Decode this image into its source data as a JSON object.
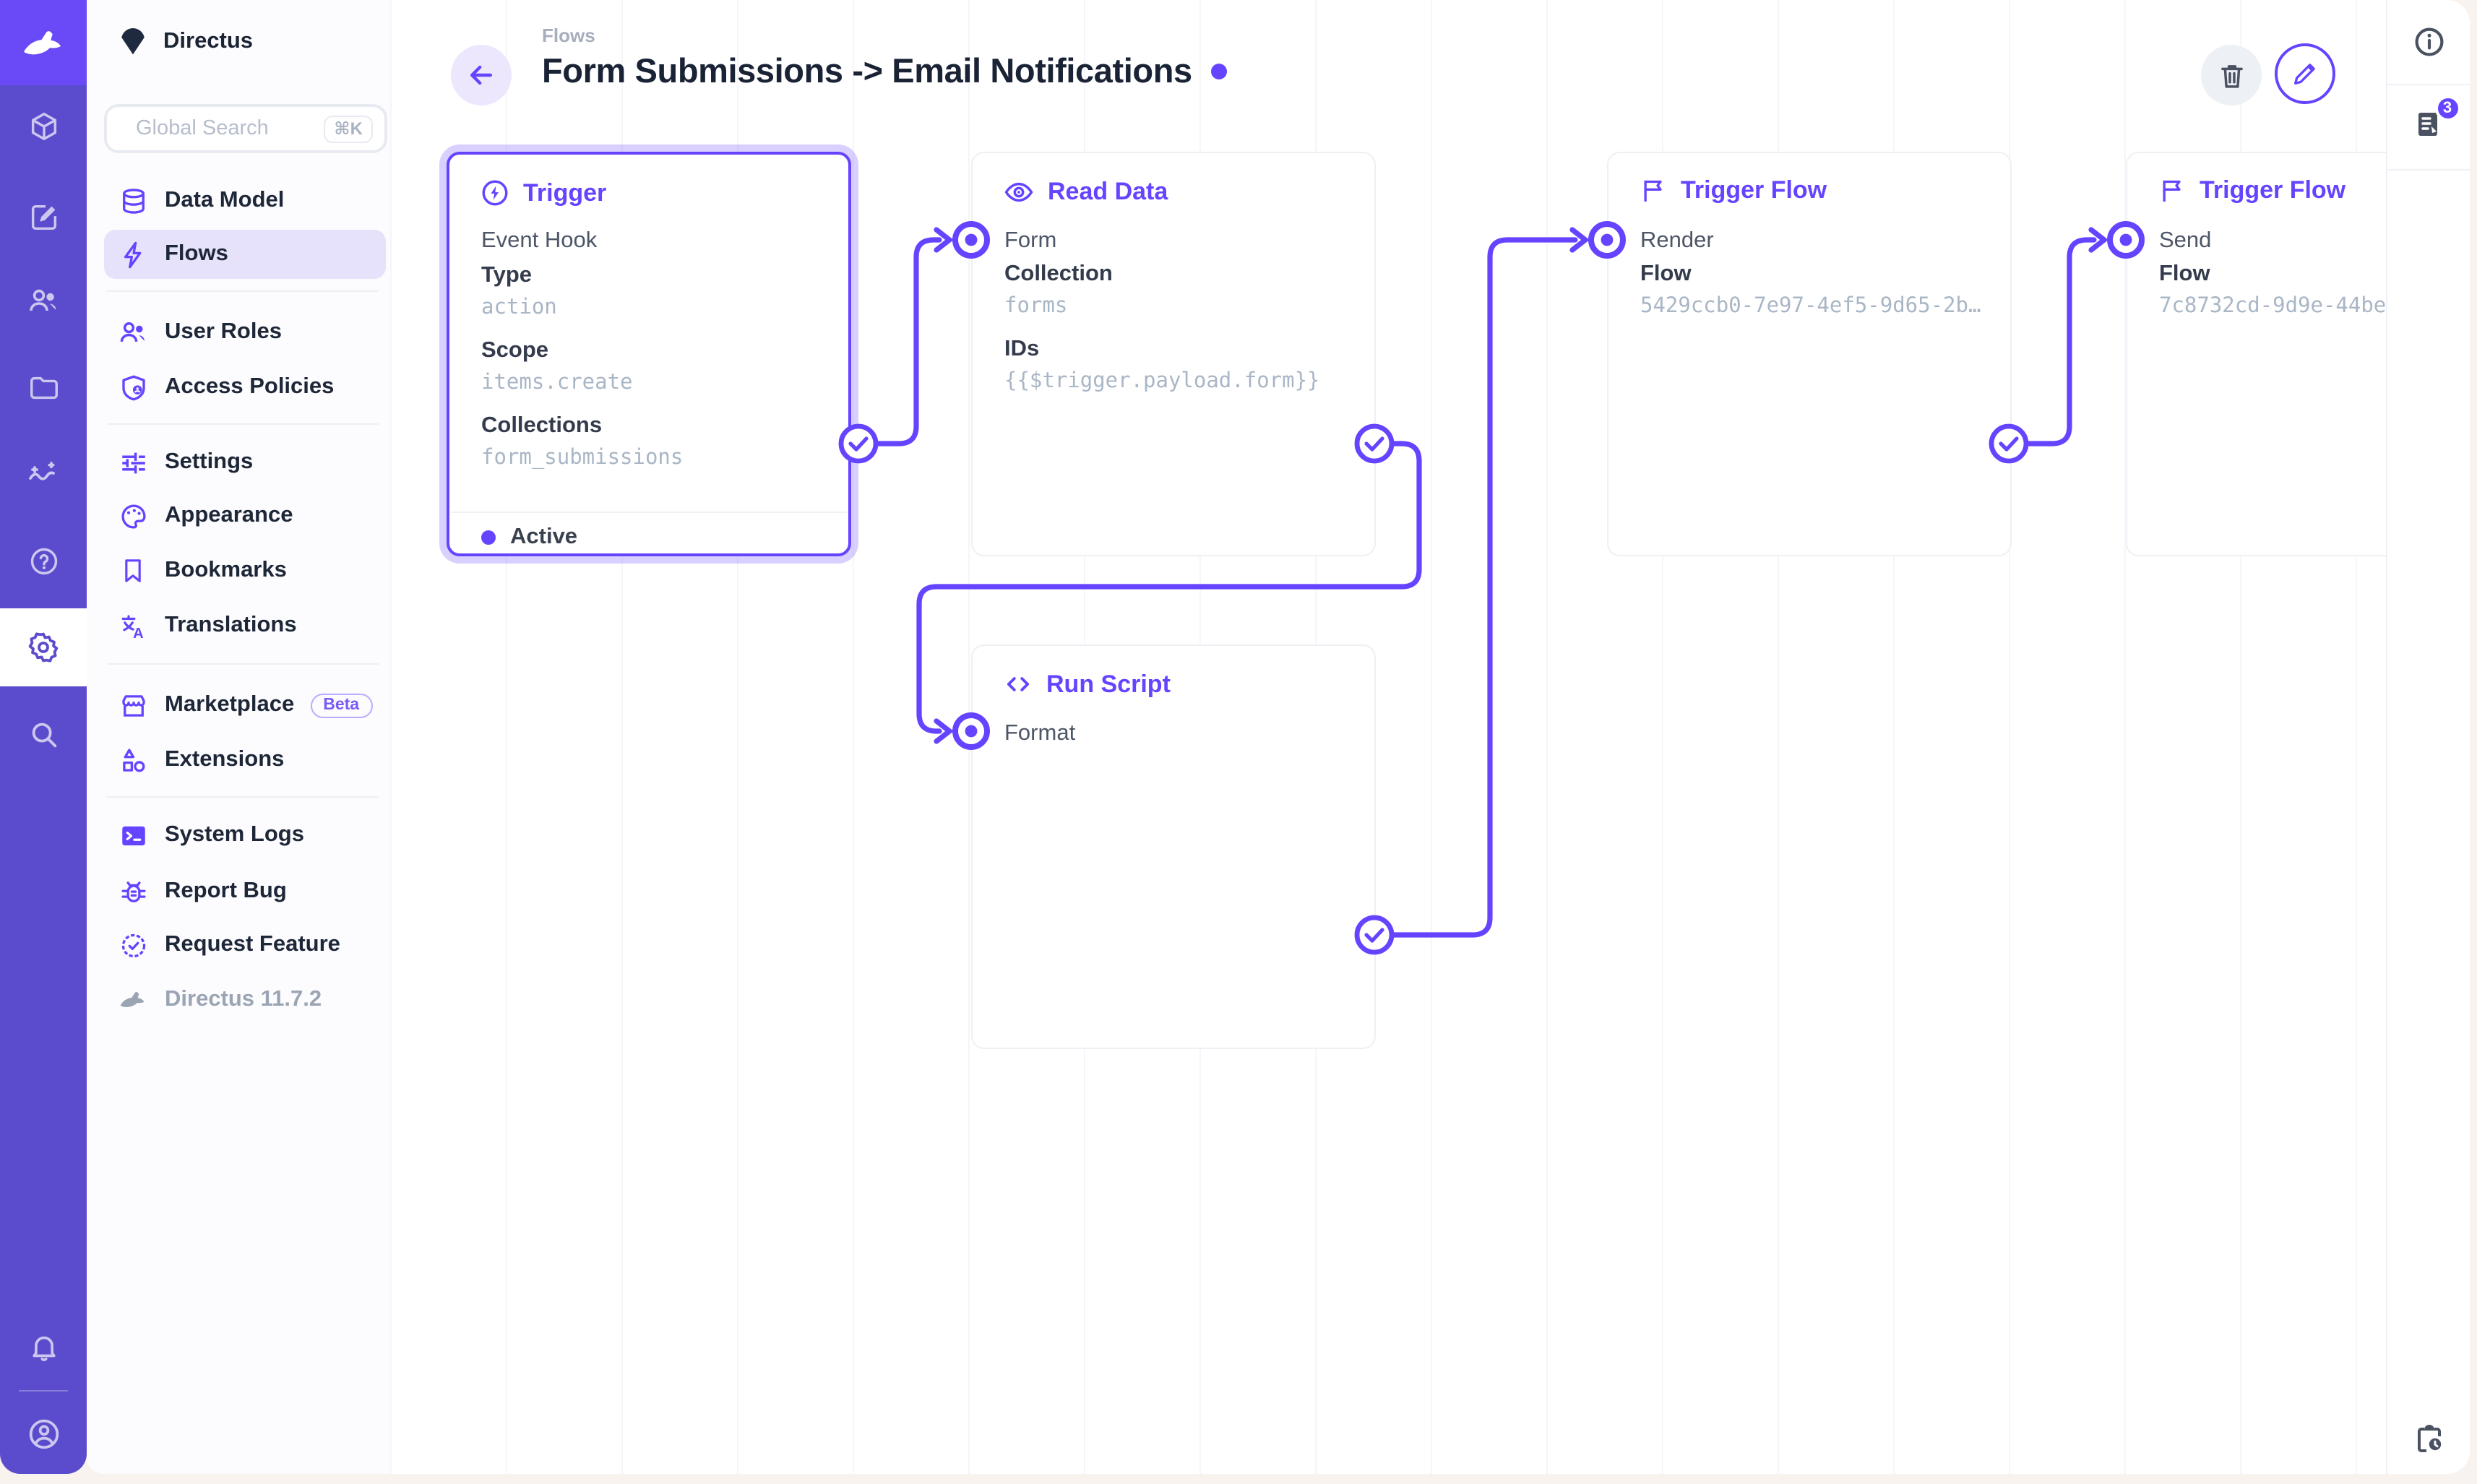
{
  "project": {
    "name": "Directus"
  },
  "search": {
    "placeholder": "Global Search",
    "shortcut": "⌘K"
  },
  "sidebar": {
    "items": [
      {
        "icon": "database-icon",
        "label": "Data Model"
      },
      {
        "icon": "bolt-icon",
        "label": "Flows",
        "active": true
      },
      {
        "icon": "users-icon",
        "label": "User Roles"
      },
      {
        "icon": "shield-user-icon",
        "label": "Access Policies"
      },
      {
        "icon": "tune-icon",
        "label": "Settings"
      },
      {
        "icon": "palette-icon",
        "label": "Appearance"
      },
      {
        "icon": "bookmark-icon",
        "label": "Bookmarks"
      },
      {
        "icon": "translate-icon",
        "label": "Translations"
      },
      {
        "icon": "storefront-icon",
        "label": "Marketplace",
        "badge": "Beta"
      },
      {
        "icon": "shapes-icon",
        "label": "Extensions"
      },
      {
        "icon": "terminal-icon",
        "label": "System Logs"
      },
      {
        "icon": "bug-icon",
        "label": "Report Bug"
      },
      {
        "icon": "badge-check-icon",
        "label": "Request Feature"
      }
    ],
    "version": "Directus 11.7.2"
  },
  "rail": {
    "modules": [
      "box-icon",
      "edit-icon",
      "users-icon",
      "folder-icon",
      "insights-icon",
      "help-icon",
      "settings-icon",
      "search-icon"
    ],
    "active_module": "settings-icon",
    "bottom": [
      "bell-icon",
      "account-icon"
    ]
  },
  "header": {
    "breadcrumb": "Flows",
    "title": "Form Submissions -> Email Notifications"
  },
  "flow": {
    "trigger": {
      "title": "Trigger",
      "kind": "Event Hook",
      "fields": [
        {
          "label": "Type",
          "value": "action"
        },
        {
          "label": "Scope",
          "value": "items.create"
        },
        {
          "label": "Collections",
          "value": "form_submissions"
        }
      ],
      "status": "Active"
    },
    "read_data": {
      "title": "Read Data",
      "name": "Form",
      "fields": [
        {
          "label": "Collection",
          "value": "forms"
        },
        {
          "label": "IDs",
          "value": "{{$trigger.payload.form}}"
        }
      ]
    },
    "run_script": {
      "title": "Run Script",
      "name": "Format"
    },
    "trigger_flow_render": {
      "title": "Trigger Flow",
      "name": "Render",
      "fields": [
        {
          "label": "Flow",
          "value": "5429ccb0-7e97-4ef5-9d65-2b…"
        }
      ]
    },
    "trigger_flow_send": {
      "title": "Trigger Flow",
      "name": "Send",
      "fields": [
        {
          "label": "Flow",
          "value": "7c8732cd-9d9e-44be"
        }
      ]
    }
  },
  "rightbar": {
    "notifications_count": "3"
  },
  "colors": {
    "accent": "#6644ff",
    "rail": "#5b4ccd",
    "rail_logo": "#6a49f6",
    "page_bg": "#f8f3ee",
    "mono_value": "#a9b6c6"
  }
}
